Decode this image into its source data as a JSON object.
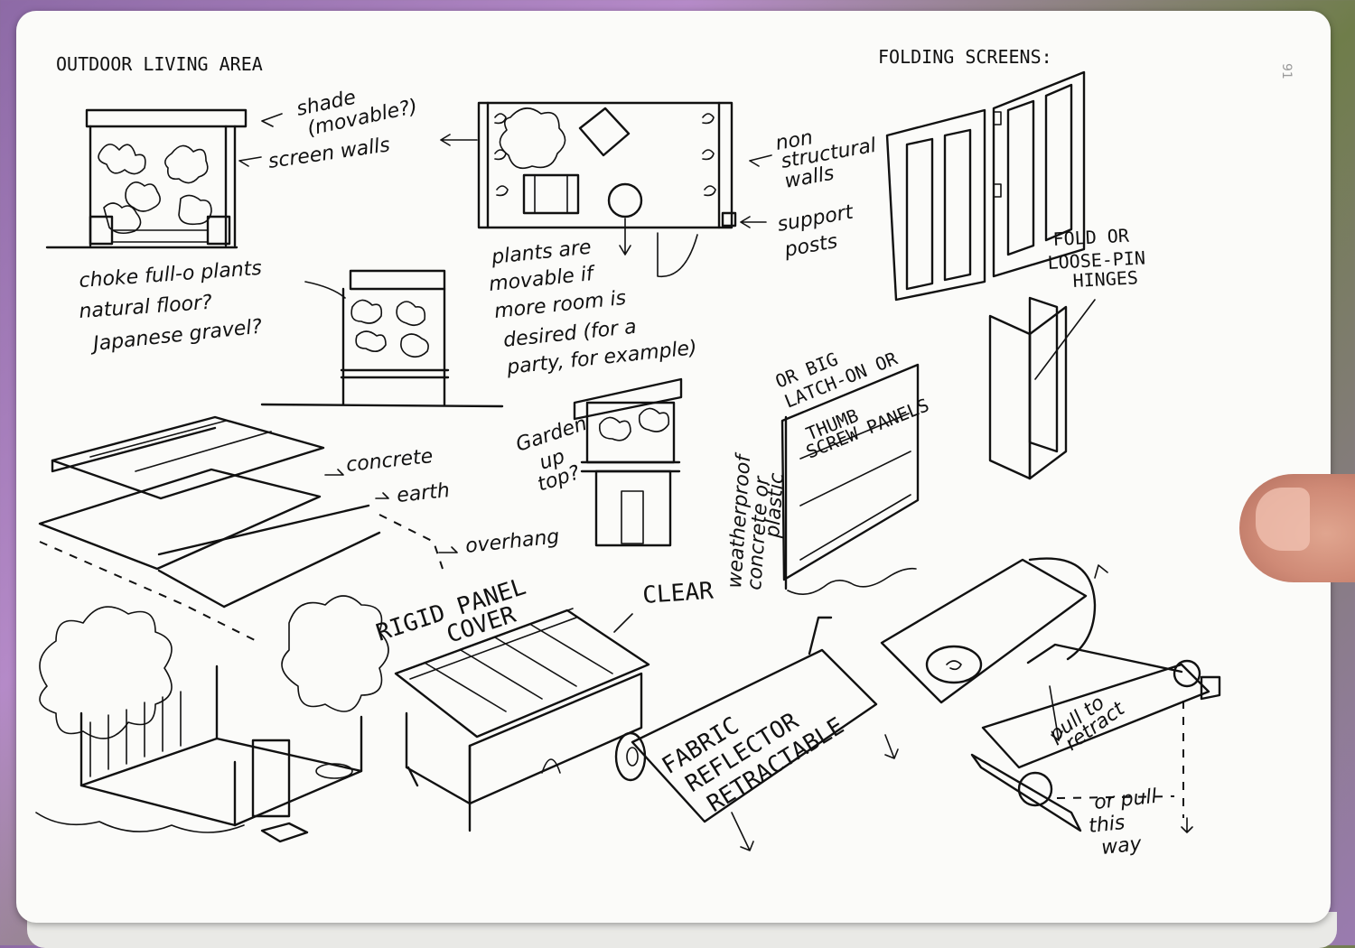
{
  "page": {
    "title": "OUTDOOR LIVING AREA",
    "number": "91"
  },
  "labels": {
    "shade": "shade",
    "shade_paren": "(movable?)",
    "screen_walls": "screen walls",
    "choke_full": "choke full-o plants",
    "natural_floor": "natural floor?",
    "japanese_gravel": "Japanese gravel?",
    "plants_movable_1": "plants are",
    "plants_movable_2": "movable if",
    "plants_movable_3": "more room is",
    "plants_movable_4": "desired (for a",
    "plants_movable_5": "party, for example)",
    "non_structural_1": "non",
    "non_structural_2": "structural",
    "non_structural_3": "walls",
    "support_posts_1": "support",
    "support_posts_2": "posts",
    "folding_screens": "FOLDING SCREENS:",
    "fold_hinges_1": "FOLD OR",
    "fold_hinges_2": "LOOSE-PIN",
    "fold_hinges_3": "HINGES",
    "latch_1": "OR BIG",
    "latch_2": "LATCH-ON OR",
    "thumb_screw": "THUMB",
    "thumb_screw_2": "SCREW PANELS",
    "weatherproof_1": "weatherproof",
    "weatherproof_2": "concrete or",
    "weatherproof_3": "plastic",
    "garden_1": "Garden",
    "garden_2": "up",
    "garden_3": "top?",
    "concrete": "concrete",
    "earth": "earth",
    "overhang": "overhang",
    "rigid_panel_1": "RIGID PANEL",
    "rigid_panel_2": "COVER",
    "clear": "CLEAR",
    "fabric_1": "FABRIC",
    "fabric_2": "REFLECTOR",
    "fabric_3": "RETRACTABLE",
    "pull_retract_1": "pull to",
    "pull_retract_2": "retract",
    "or_pull_1": "or pull",
    "or_pull_2": "this",
    "or_pull_3": "way"
  },
  "colors": {
    "ink": "#111111",
    "paper": "#fbfbf9",
    "backdrop": "#9a7bb0"
  }
}
